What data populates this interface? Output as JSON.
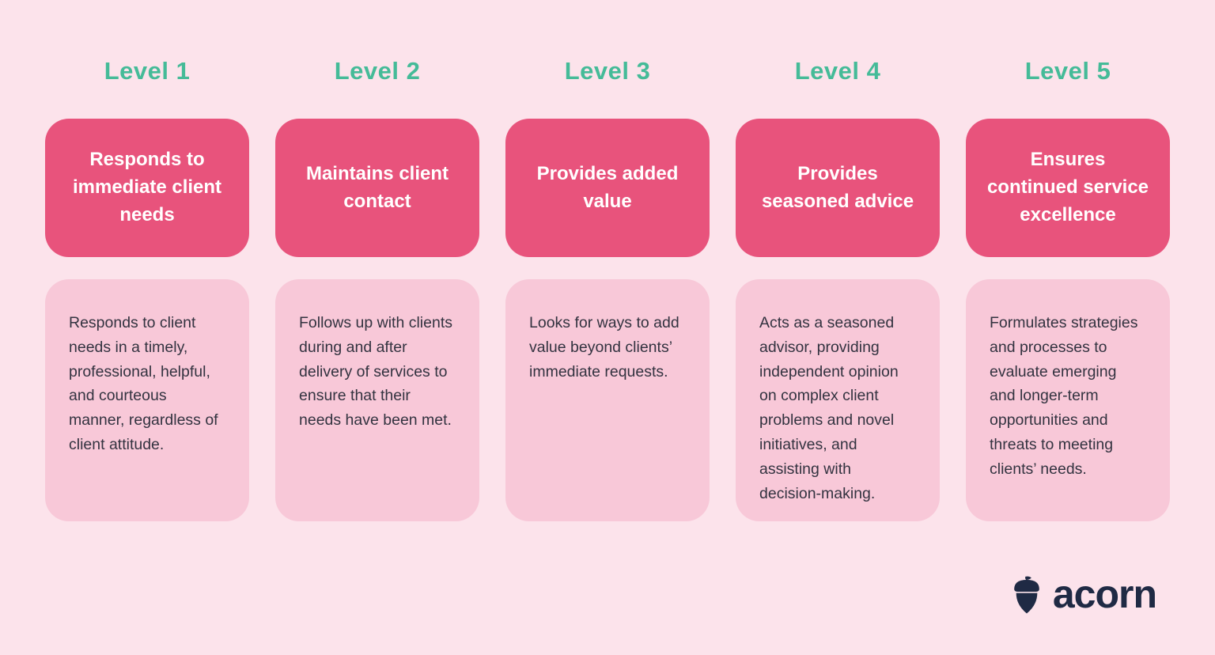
{
  "colors": {
    "background": "#fce3eb",
    "title_card": "#e8537c",
    "description_card": "#f8c8d8",
    "level_heading": "#45bb98",
    "title_text": "#ffffff",
    "description_text": "#333340",
    "logo": "#1f2a44"
  },
  "columns": [
    {
      "level": "Level 1",
      "title": "Responds to immediate client needs",
      "description": "Responds to client needs in a timely, professional, helpful, and courteous manner, regardless of client attitude."
    },
    {
      "level": "Level 2",
      "title": "Maintains client contact",
      "description": "Follows up with clients during and after delivery of services to ensure that their needs have been met."
    },
    {
      "level": "Level 3",
      "title": "Provides added value",
      "description": "Looks for ways to add value beyond clients’ immediate requests."
    },
    {
      "level": "Level 4",
      "title": "Provides seasoned advice",
      "description": "Acts as a seasoned advisor, providing independent opinion on complex client problems and novel initiatives, and assisting with decision-making."
    },
    {
      "level": "Level 5",
      "title": "Ensures continued service excellence",
      "description": "Formulates strategies and processes to evaluate emerging and longer-term opportunities and threats to meeting clients’ needs."
    }
  ],
  "logo": {
    "text": "acorn"
  }
}
